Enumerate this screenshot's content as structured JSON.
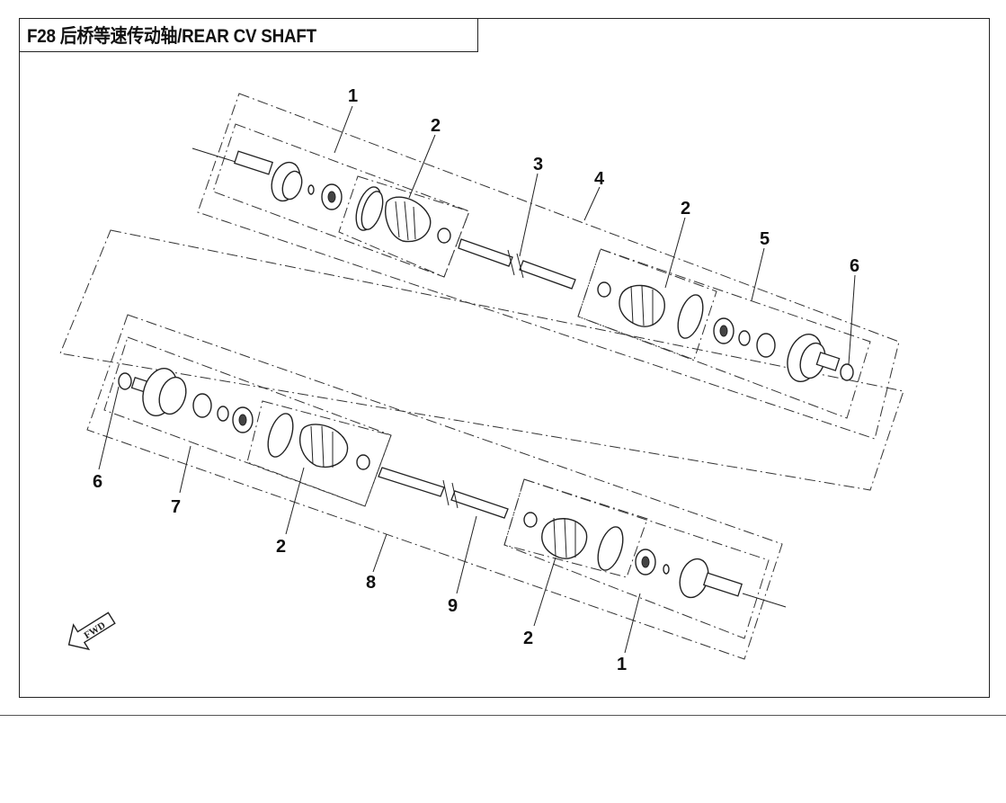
{
  "title": "F28 后桥等速传动轴/REAR CV SHAFT",
  "direction_label": "FWD",
  "callouts": {
    "upper_1": "1",
    "upper_2a": "2",
    "upper_3": "3",
    "upper_4": "4",
    "upper_2b": "2",
    "upper_5": "5",
    "upper_6": "6",
    "lower_6": "6",
    "lower_7": "7",
    "lower_2a": "2",
    "lower_8": "8",
    "lower_9": "9",
    "lower_2b": "2",
    "lower_1": "1"
  },
  "colors": {
    "line": "#222222",
    "background": "#ffffff"
  }
}
